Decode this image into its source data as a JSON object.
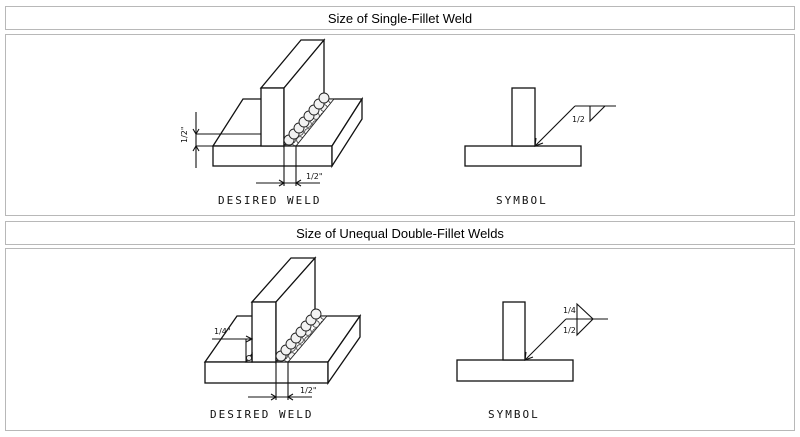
{
  "section1": {
    "title": "Size of Single-Fillet Weld",
    "desired_caption": "DESIRED WELD",
    "symbol_caption": "SYMBOL",
    "dim_vertical": "1/2\"",
    "dim_horizontal": "1/2\"",
    "symbol_size": "1/2"
  },
  "section2": {
    "title": "Size of Unequal Double-Fillet Welds",
    "desired_caption": "DESIRED WELD",
    "symbol_caption": "SYMBOL",
    "dim_vertical": "1/4\"",
    "dim_horizontal": "1/2\"",
    "symbol_size_top": "1/4",
    "symbol_size_bottom": "1/2"
  }
}
